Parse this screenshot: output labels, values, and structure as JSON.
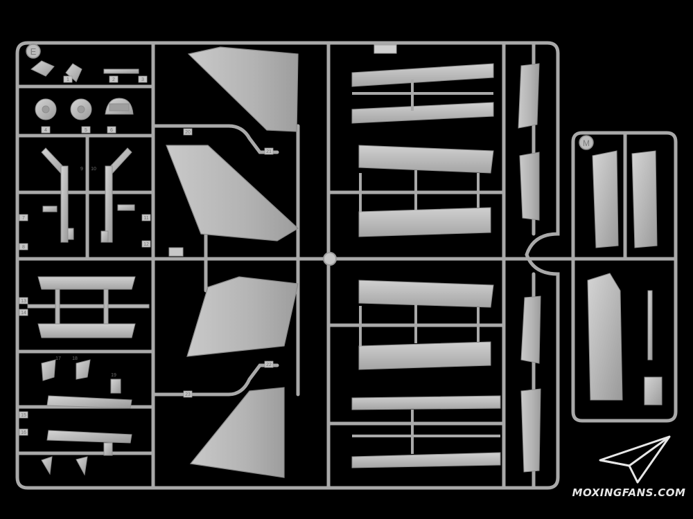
{
  "photo": {
    "subject": "",
    "background_color": "#000000",
    "plastic_color": "#b9b9b9"
  },
  "sprues": {
    "main": {
      "letter": "E"
    },
    "small": {
      "letter": "M"
    }
  },
  "part_numbers": [
    {
      "id": "p1",
      "label": "1"
    },
    {
      "id": "p2",
      "label": "2"
    },
    {
      "id": "p3",
      "label": "3"
    },
    {
      "id": "p4",
      "label": "4"
    },
    {
      "id": "p5",
      "label": "5"
    },
    {
      "id": "p6",
      "label": "6"
    },
    {
      "id": "p7",
      "label": "7"
    },
    {
      "id": "p8",
      "label": "8"
    },
    {
      "id": "p9",
      "label": "9"
    },
    {
      "id": "p10",
      "label": "10"
    },
    {
      "id": "p11",
      "label": "11"
    },
    {
      "id": "p12",
      "label": "12"
    },
    {
      "id": "p13",
      "label": "13"
    },
    {
      "id": "p14",
      "label": "14"
    },
    {
      "id": "p15",
      "label": "15"
    },
    {
      "id": "p16",
      "label": "16"
    },
    {
      "id": "p17",
      "label": "17"
    },
    {
      "id": "p18",
      "label": "18"
    },
    {
      "id": "p19",
      "label": "19"
    },
    {
      "id": "p20",
      "label": "20"
    },
    {
      "id": "p21",
      "label": "21"
    },
    {
      "id": "p22",
      "label": "22"
    },
    {
      "id": "p23",
      "label": "23"
    }
  ],
  "watermark": {
    "text": "MOXINGFANS.COM",
    "icon": "paper-plane-logo-icon",
    "color": "#e6e6e6"
  }
}
